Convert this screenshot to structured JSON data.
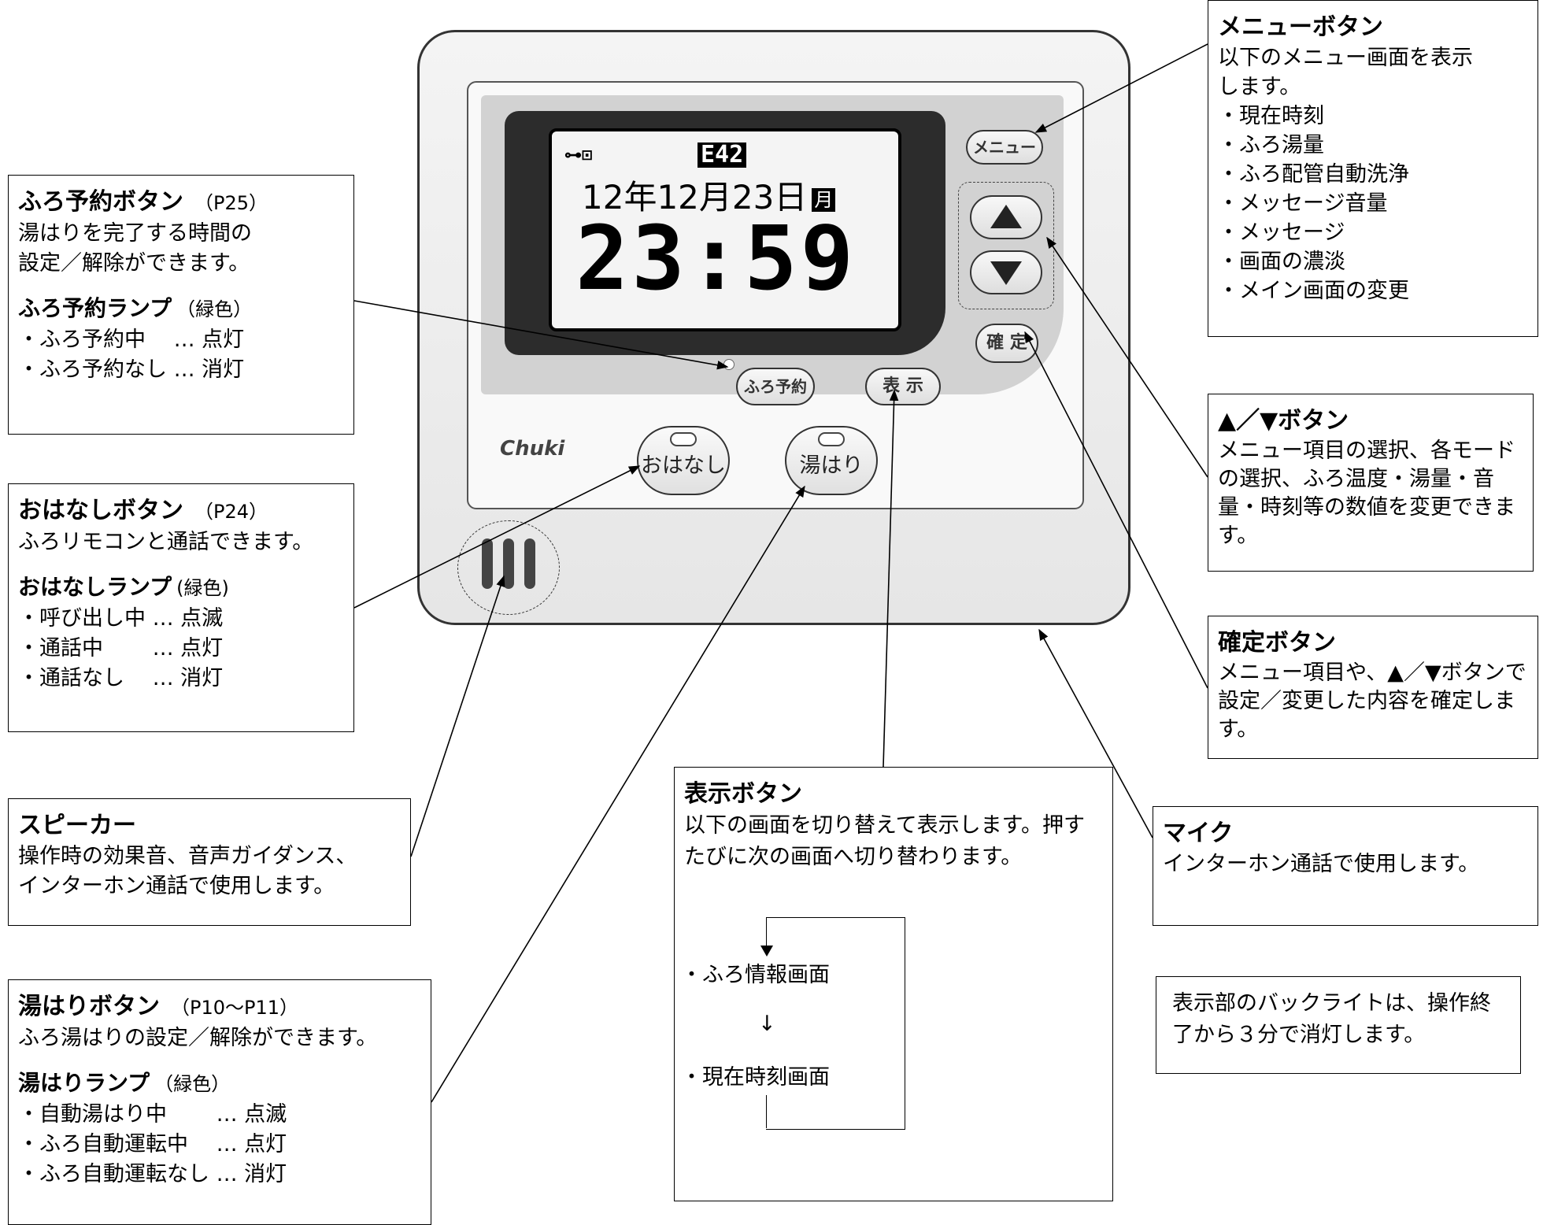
{
  "device": {
    "brand": "Chuki",
    "lcd": {
      "key_icon": "⊶⊡",
      "error_code": "E42",
      "date": "12年12月23日",
      "day": "月",
      "time": "23:59"
    },
    "buttons": {
      "menu": "メニュー",
      "up": "▲",
      "down": "▼",
      "confirm": "確 定",
      "reserve": "ふろ予約",
      "display": "表 示",
      "ohanashi": "おはなし",
      "yuhari": "湯はり"
    }
  },
  "callouts": {
    "furo_yoyaku": {
      "title": "ふろ予約ボタン",
      "ref": "（P25）",
      "lines": [
        "湯はりを完了する時間の",
        "設定／解除ができます。"
      ],
      "lamp_title": "ふろ予約ランプ",
      "lamp_ref": "（緑色）",
      "lamp_lines": [
        "・ふろ予約中　 … 点灯",
        "・ふろ予約なし … 消灯"
      ]
    },
    "ohanashi": {
      "title": "おはなしボタン",
      "ref": "（P24）",
      "lines": [
        "ふろリモコンと通話できます。"
      ],
      "lamp_title": "おはなしランプ",
      "lamp_ref": "(緑色)",
      "lamp_lines": [
        "・呼び出し中 … 点滅",
        "・通話中　　 … 点灯",
        "・通話なし　 … 消灯"
      ]
    },
    "speaker": {
      "title": "スピーカー",
      "lines": [
        "操作時の効果音、音声ガイダンス、",
        "インターホン通話で使用します。"
      ]
    },
    "yuhari": {
      "title": "湯はりボタン",
      "ref": "（P10～P11）",
      "lines": [
        "ふろ湯はりの設定／解除ができます。"
      ],
      "lamp_title": "湯はりランプ",
      "lamp_ref": "（緑色）",
      "lamp_lines": [
        "・自動湯はり中　　 … 点滅",
        "・ふろ自動運転中　 … 点灯",
        "・ふろ自動運転なし … 消灯"
      ]
    },
    "menu": {
      "title": "メニューボタン",
      "lines": [
        "以下のメニュー画面を表示",
        "します。",
        "・現在時刻",
        "・ふろ湯量",
        "・ふろ配管自動洗浄",
        "・メッセージ音量",
        "・メッセージ",
        "・画面の濃淡",
        "・メイン画面の変更"
      ]
    },
    "arrows": {
      "title": "▲／▼ボタン",
      "text": "メニュー項目の選択、各モードの選択、ふろ温度・湯量・音量・時刻等の数値を変更できます。"
    },
    "confirm": {
      "title": "確定ボタン",
      "text": "メニュー項目や、▲／▼ボタンで設定／変更した内容を確定します。"
    },
    "display": {
      "title": "表示ボタン",
      "text": "以下の画面を切り替えて表示します。押すたびに次の画面へ切り替わります。",
      "screens": [
        "・ふろ情報画面",
        "・現在時刻画面"
      ],
      "flow_arrow": "↓"
    },
    "mic": {
      "title": "マイク",
      "text": "インターホン通話で使用します。"
    },
    "backlight": {
      "text": "表示部のバックライトは、操作終了から３分で消灯します。"
    }
  }
}
